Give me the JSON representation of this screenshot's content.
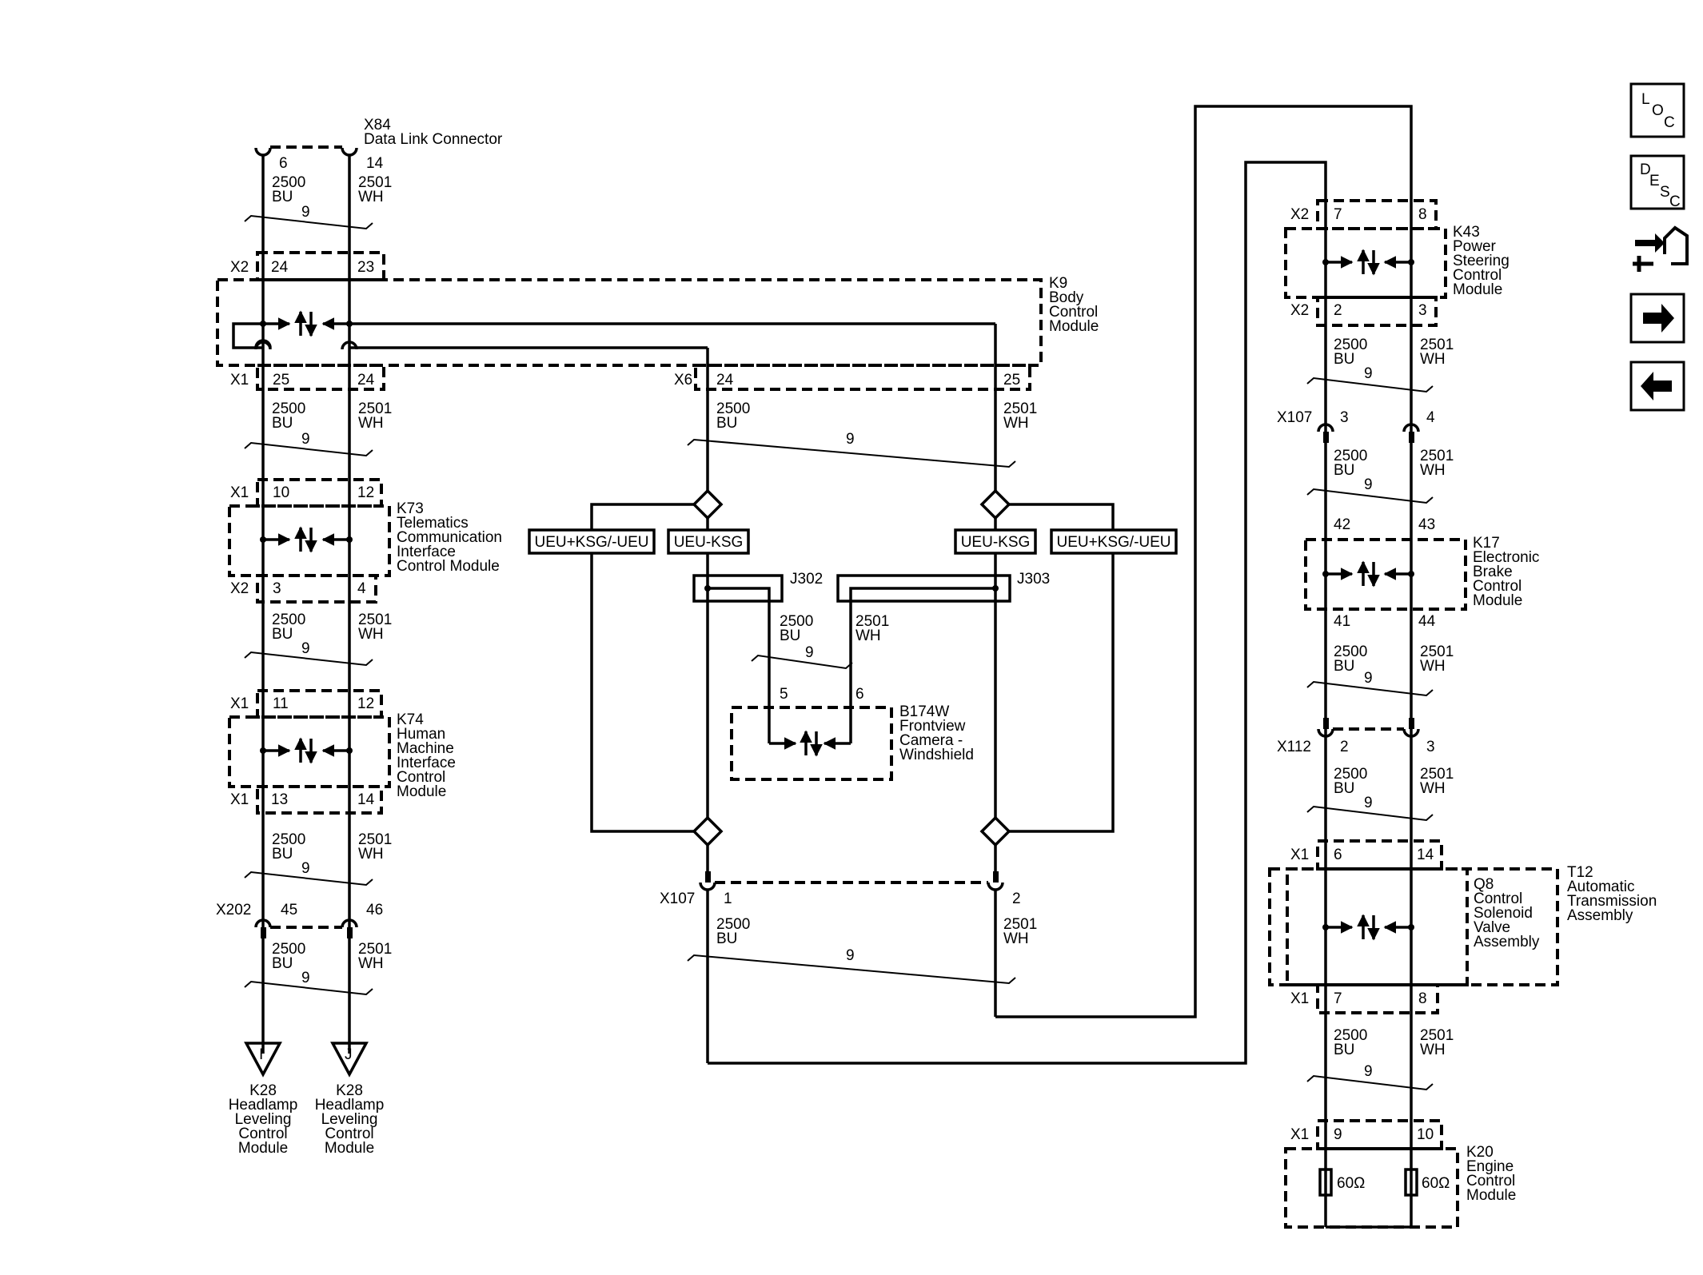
{
  "left_column": {
    "dlc": {
      "id": "X84",
      "name": "Data Link Connector",
      "pin_a": "6",
      "pin_b": "14"
    },
    "wires": {
      "bu_num": "2500",
      "bu_col": "BU",
      "wh_num": "2501",
      "wh_col": "WH",
      "bundle": "9"
    },
    "k9": {
      "id": "K9",
      "name": [
        "Body",
        "Control",
        "Module"
      ],
      "x2": "X2",
      "x2_a": "24",
      "x2_b": "23",
      "x1": "X1",
      "x1_a": "25",
      "x1_b": "24",
      "x6": "X6",
      "x6_a": "24",
      "x6_b": "25"
    },
    "k73": {
      "id": "K73",
      "name": [
        "Telematics",
        "Communication",
        "Interface",
        "Control Module"
      ],
      "top_conn": "X1",
      "top_a": "10",
      "top_b": "12",
      "bot_conn": "X2",
      "bot_a": "3",
      "bot_b": "4"
    },
    "k74": {
      "id": "K74",
      "name": [
        "Human",
        "Machine",
        "Interface",
        "Control",
        "Module"
      ],
      "top_conn": "X1",
      "top_a": "11",
      "top_b": "12",
      "bot_conn": "X1",
      "bot_a": "13",
      "bot_b": "14"
    },
    "x202": {
      "id": "X202",
      "pin_a": "45",
      "pin_b": "46"
    },
    "k28_a": {
      "letter": "I",
      "name": [
        "K28",
        "Headlamp",
        "Leveling",
        "Control",
        "Module"
      ]
    },
    "k28_b": {
      "letter": "J",
      "name": [
        "K28",
        "Headlamp",
        "Leveling",
        "Control",
        "Module"
      ]
    }
  },
  "middle": {
    "options": {
      "left_outer": "UEU+KSG/-UEU",
      "left_inner": "UEU-KSG",
      "right_inner": "UEU-KSG",
      "right_outer": "UEU+KSG/-UEU"
    },
    "j302": "J302",
    "j303": "J303",
    "camera": {
      "id": "B174W",
      "name": [
        "Frontview",
        "Camera -",
        "Windshield"
      ],
      "pin_a": "5",
      "pin_b": "6"
    },
    "x107": {
      "id": "X107",
      "pin_a": "1",
      "pin_b": "2"
    }
  },
  "right_column": {
    "k43": {
      "id": "K43",
      "name": [
        "Power",
        "Steering",
        "Control",
        "Module"
      ],
      "top_conn": "X2",
      "top_a": "7",
      "top_b": "8",
      "bot_conn": "X2",
      "bot_a": "2",
      "bot_b": "3"
    },
    "x107": {
      "id": "X107",
      "pin_a": "3",
      "pin_b": "4"
    },
    "k17": {
      "id": "K17",
      "name": [
        "Electronic",
        "Brake",
        "Control",
        "Module"
      ],
      "top_a": "42",
      "top_b": "43",
      "bot_a": "41",
      "bot_b": "44"
    },
    "x112": {
      "id": "X112",
      "pin_a": "2",
      "pin_b": "3"
    },
    "q8": {
      "name": [
        "Q8",
        "Control",
        "Solenoid",
        "Valve",
        "Assembly"
      ],
      "top_conn": "X1",
      "top_a": "6",
      "top_b": "14",
      "bot_conn": "X1",
      "bot_a": "7",
      "bot_b": "8"
    },
    "t12": {
      "name": [
        "T12",
        "Automatic",
        "Transmission",
        "Assembly"
      ]
    },
    "k20": {
      "id": "K20",
      "name": [
        "Engine",
        "Control",
        "Module"
      ],
      "conn": "X1",
      "pin_a": "9",
      "pin_b": "10",
      "res": "60Ω"
    }
  },
  "side_buttons": {
    "loc": [
      "L",
      "O",
      "C"
    ],
    "desc": [
      "D",
      "E",
      "S",
      "C"
    ],
    "icons": [
      "hierarchy-icon",
      "arrow-right-icon",
      "arrow-left-icon"
    ]
  }
}
